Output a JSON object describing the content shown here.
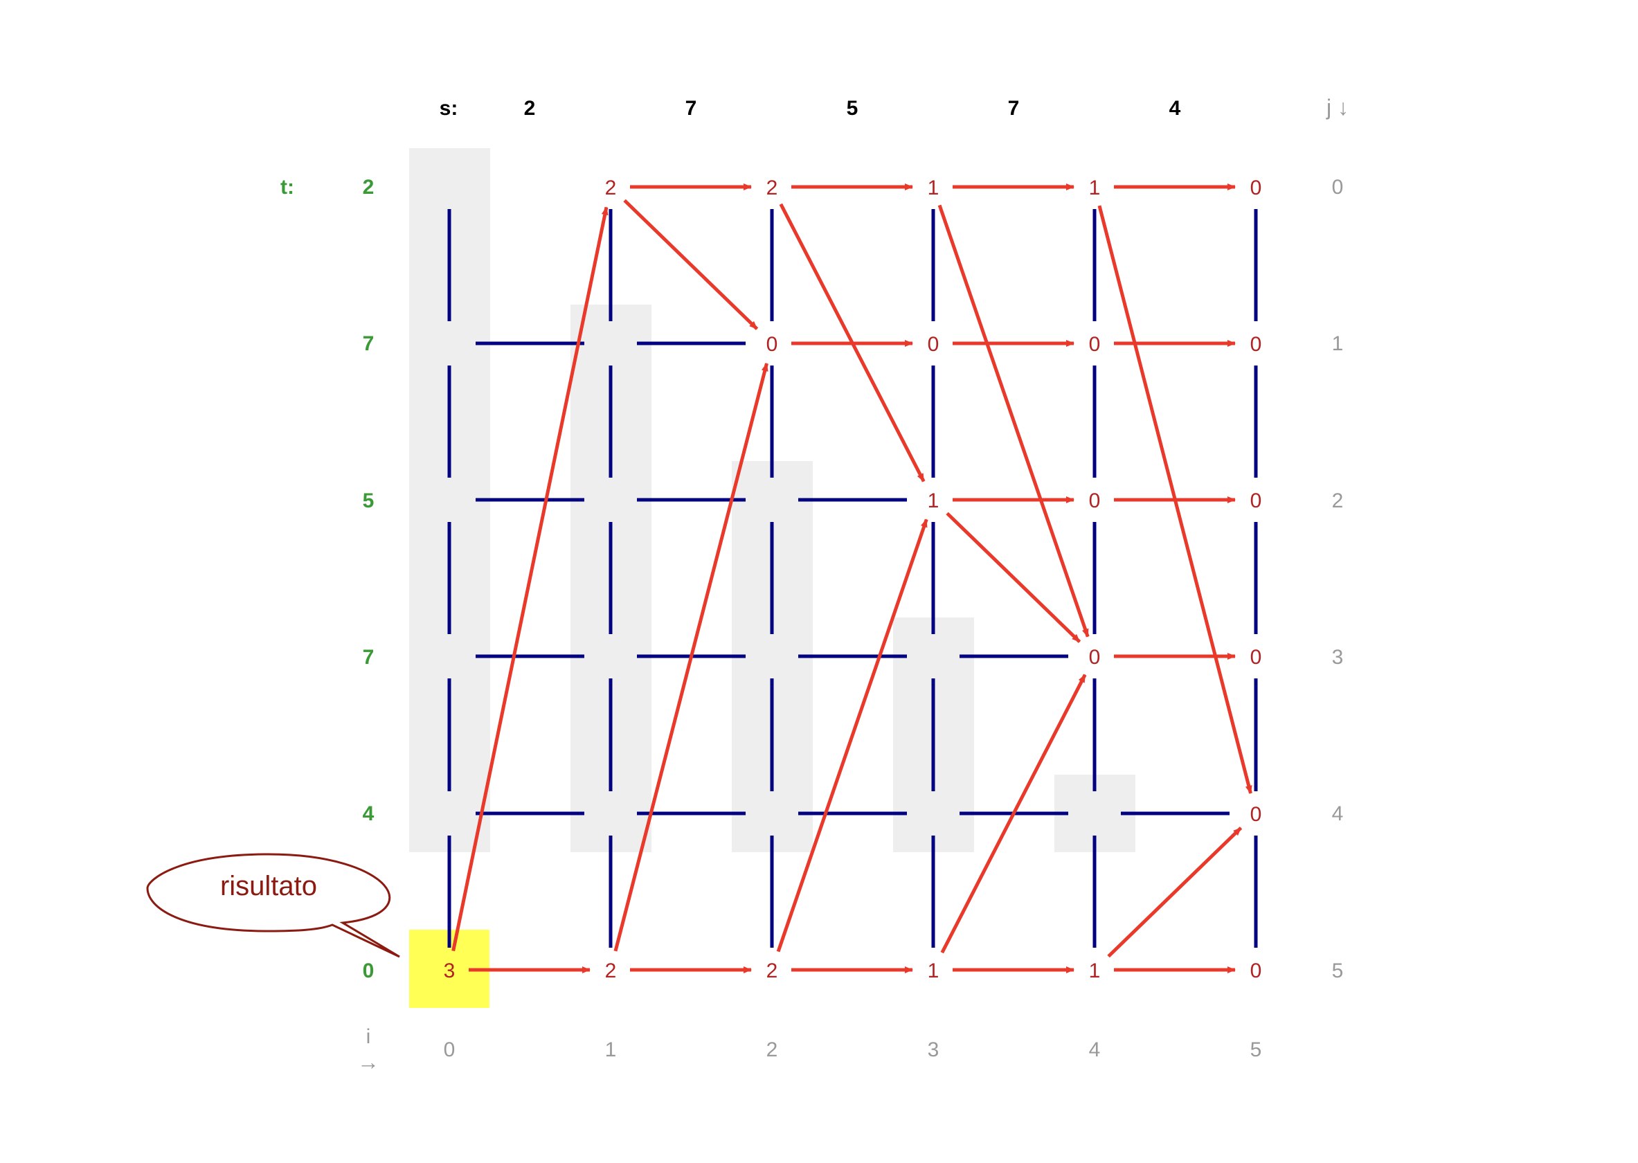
{
  "s_label": "s:",
  "t_label": "t:",
  "j_label": "j ↓",
  "i_label": "i",
  "i_arrow": "→",
  "callout_text": "risultato",
  "s_values": [
    "2",
    "7",
    "5",
    "7",
    "4"
  ],
  "t_values": [
    "2",
    "7",
    "5",
    "7",
    "4",
    "0"
  ],
  "i_indices": [
    "0",
    "1",
    "2",
    "3",
    "4",
    "5"
  ],
  "j_indices": [
    "0",
    "1",
    "2",
    "3",
    "4",
    "5"
  ],
  "cells": [
    [
      "",
      "2",
      "2",
      "1",
      "1",
      "0"
    ],
    [
      "",
      "",
      "0",
      "0",
      "0",
      "0"
    ],
    [
      "",
      "",
      "",
      "1",
      "0",
      "0"
    ],
    [
      "",
      "",
      "",
      "",
      "0",
      "0"
    ],
    [
      "",
      "",
      "",
      "",
      "",
      "0"
    ],
    [
      "3",
      "2",
      "2",
      "1",
      "1",
      "0"
    ]
  ],
  "arrows": [
    {
      "from": [
        0,
        1
      ],
      "to": [
        0,
        2
      ]
    },
    {
      "from": [
        0,
        2
      ],
      "to": [
        0,
        3
      ]
    },
    {
      "from": [
        0,
        3
      ],
      "to": [
        0,
        4
      ]
    },
    {
      "from": [
        0,
        4
      ],
      "to": [
        0,
        5
      ]
    },
    {
      "from": [
        1,
        2
      ],
      "to": [
        1,
        3
      ]
    },
    {
      "from": [
        1,
        3
      ],
      "to": [
        1,
        4
      ]
    },
    {
      "from": [
        1,
        4
      ],
      "to": [
        1,
        5
      ]
    },
    {
      "from": [
        2,
        3
      ],
      "to": [
        2,
        4
      ]
    },
    {
      "from": [
        2,
        4
      ],
      "to": [
        2,
        5
      ]
    },
    {
      "from": [
        3,
        4
      ],
      "to": [
        3,
        5
      ]
    },
    {
      "from": [
        5,
        0
      ],
      "to": [
        5,
        1
      ]
    },
    {
      "from": [
        5,
        1
      ],
      "to": [
        5,
        2
      ]
    },
    {
      "from": [
        5,
        2
      ],
      "to": [
        5,
        3
      ]
    },
    {
      "from": [
        5,
        3
      ],
      "to": [
        5,
        4
      ]
    },
    {
      "from": [
        5,
        4
      ],
      "to": [
        5,
        5
      ]
    },
    {
      "from": [
        0,
        1
      ],
      "to": [
        1,
        2
      ]
    },
    {
      "from": [
        2,
        3
      ],
      "to": [
        3,
        4
      ]
    },
    {
      "from": [
        0,
        2
      ],
      "to": [
        2,
        3
      ]
    },
    {
      "from": [
        0,
        3
      ],
      "to": [
        3,
        4
      ]
    },
    {
      "from": [
        0,
        4
      ],
      "to": [
        4,
        5
      ]
    },
    {
      "from": [
        5,
        0
      ],
      "to": [
        0,
        1
      ]
    },
    {
      "from": [
        5,
        1
      ],
      "to": [
        1,
        2
      ]
    },
    {
      "from": [
        5,
        2
      ],
      "to": [
        2,
        3
      ]
    },
    {
      "from": [
        5,
        3
      ],
      "to": [
        3,
        4
      ]
    },
    {
      "from": [
        5,
        4
      ],
      "to": [
        4,
        5
      ]
    }
  ],
  "colors": {
    "grid": "#000080",
    "arrow": "#e8392b",
    "cell_text": "#b22222",
    "header_text": "#000000",
    "t_text": "#3a9a35",
    "index_text": "#999999",
    "shade": "#eeeeee",
    "highlight": "#ffff55",
    "callout": "#8b1a10"
  }
}
